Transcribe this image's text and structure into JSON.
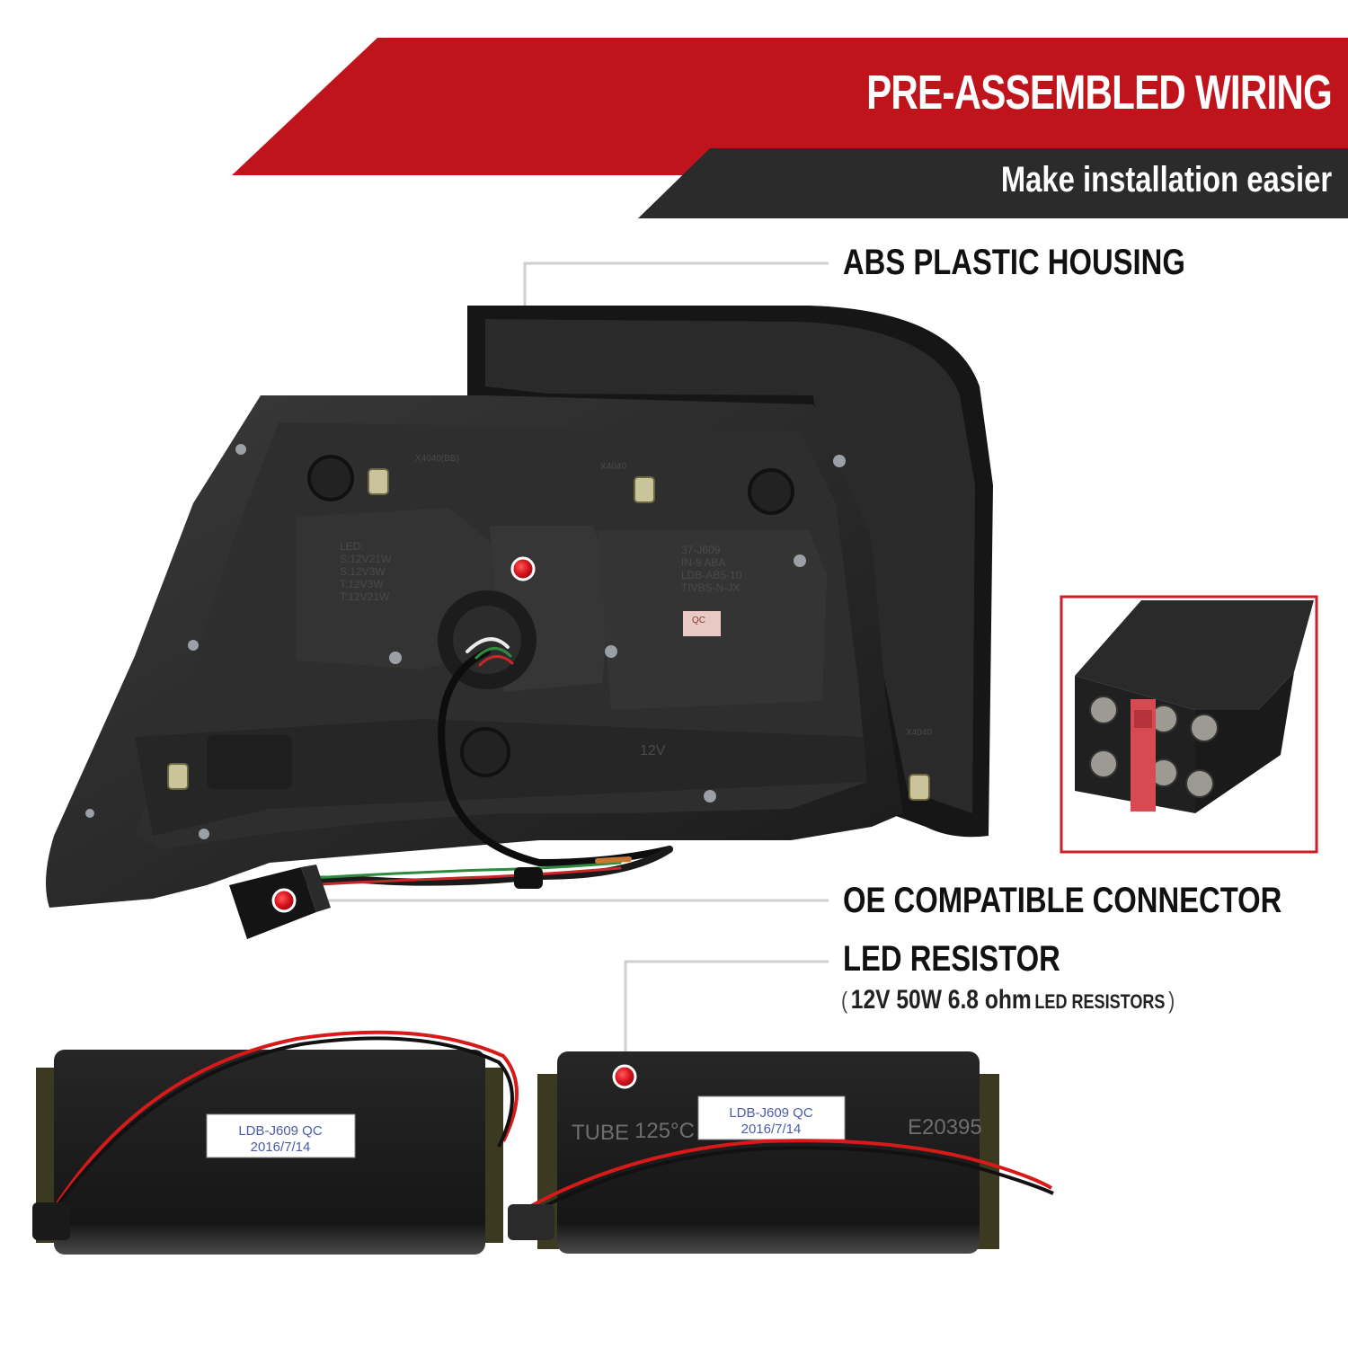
{
  "banner": {
    "title": "PRE-ASSEMBLED WIRING",
    "subtitle": "Make installation easier",
    "colors": {
      "red": "#c0141c",
      "dark": "#2b2b2b"
    }
  },
  "callouts": {
    "housing": "ABS PLASTIC HOUSING",
    "connector": "OE COMPATIBLE CONNECTOR",
    "resistor": "LED RESISTOR",
    "resistor_spec": {
      "open": "(",
      "main": "12V 50W 6.8 ohm",
      "sub": "LED RESISTORS",
      "close": ")"
    }
  },
  "housing_labels": {
    "left_block": [
      "LED:",
      "S:12V21W",
      "S:12V3W",
      "T:12V3W",
      "T:12V21W"
    ],
    "right_block": [
      "37-J609",
      "IN-9 ABA",
      "LDB-AB5-10",
      "TIVBS-N-JX"
    ],
    "qc": "QC",
    "part_mark_left": "X4040(BB)",
    "part_mark_center": "X4040",
    "part_mark_right": "X4040",
    "voltage": "12V"
  },
  "resistor_left": {
    "sticker_line1": "LDB-J609 QC",
    "sticker_line2": "2016/7/14"
  },
  "resistor_right": {
    "sticker_line1": "LDB-J609 QC",
    "sticker_line2": "2016/7/14",
    "print_tube": "TUBE",
    "print_temp": "125°C",
    "print_code": "E20395"
  },
  "accent": {
    "dot": "#d6111b",
    "leader": "#cfcfcf"
  }
}
